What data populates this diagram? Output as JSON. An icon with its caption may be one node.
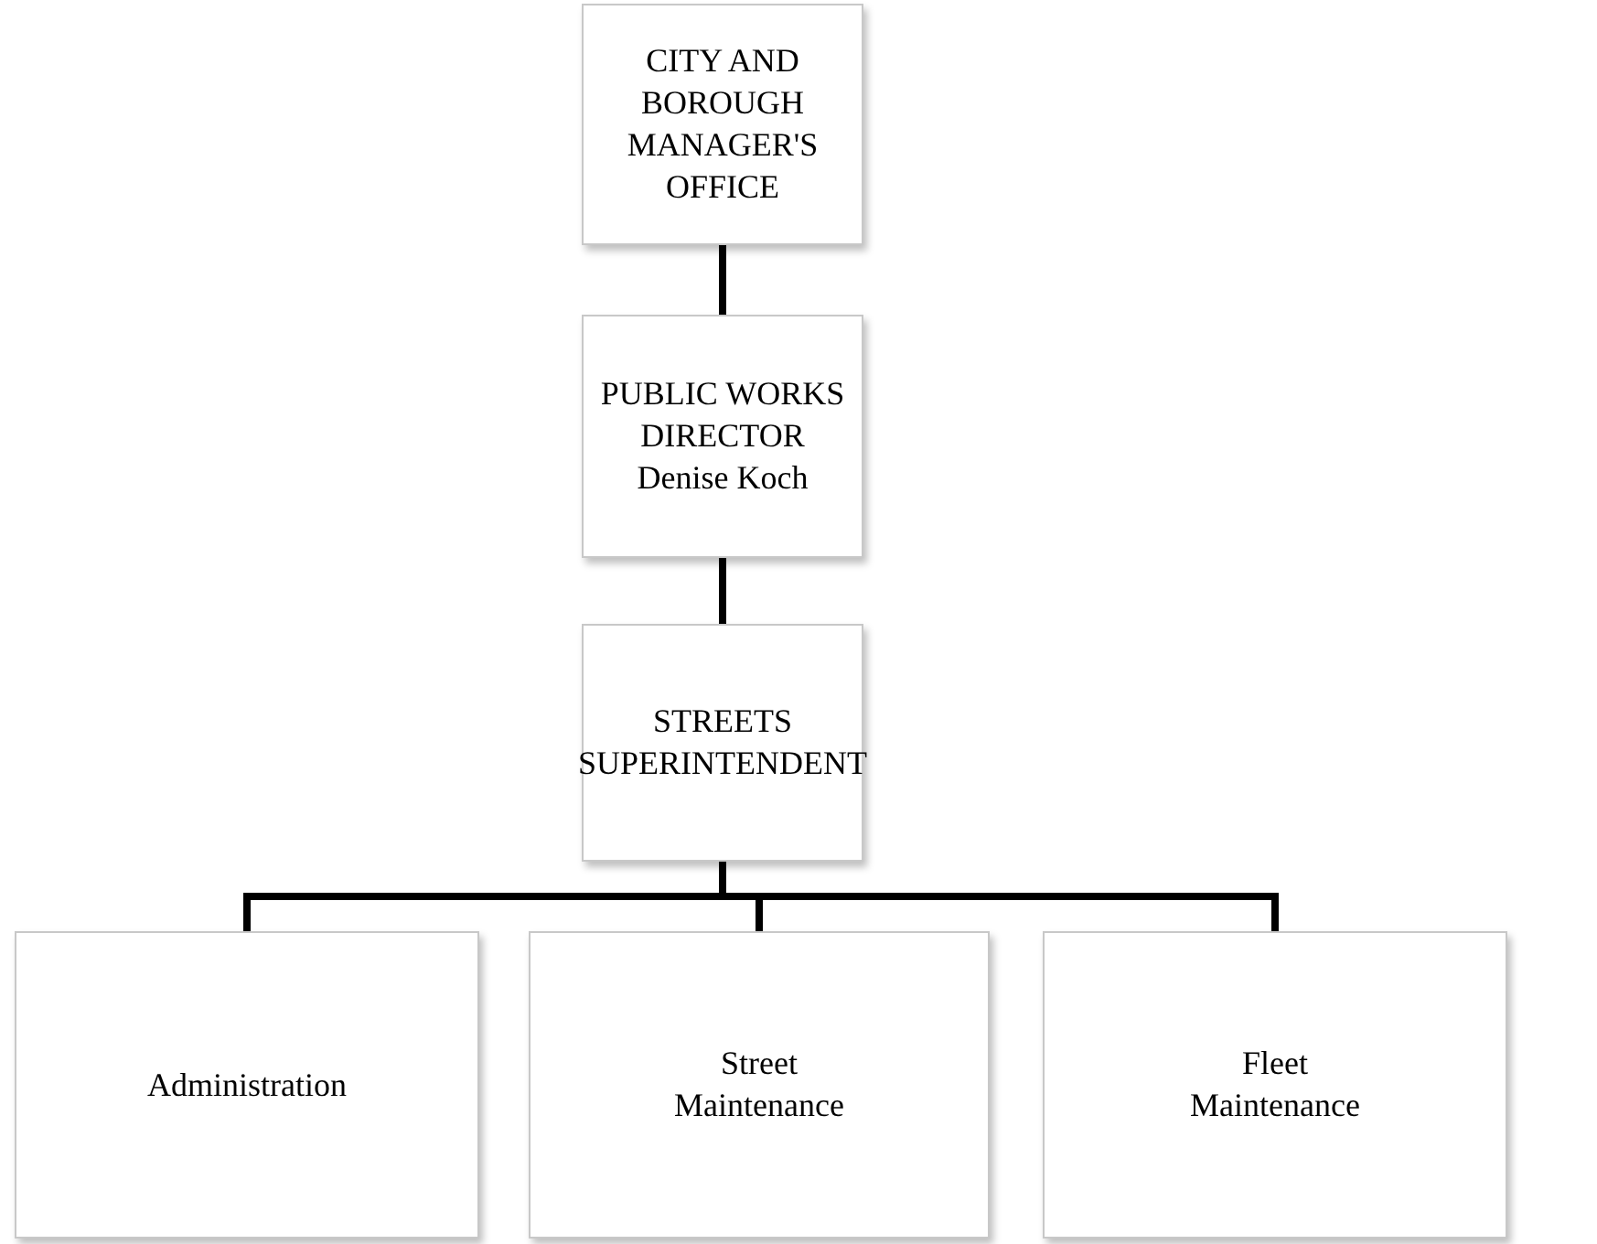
{
  "diagram": {
    "nodes": [
      {
        "text": [
          "CITY AND BOROUGH MANAGER'S OFFICE"
        ]
      },
      {
        "text": [
          "PUBLIC WORKS DIRECTOR",
          "Denise Koch"
        ]
      },
      {
        "text": [
          "STREETS SUPERINTENDENT"
        ]
      },
      {
        "text": [
          "Administration"
        ]
      },
      {
        "text": [
          "Street Maintenance"
        ]
      },
      {
        "text": [
          "Fleet Maintenance"
        ]
      }
    ],
    "edges": [
      {
        "from": 0,
        "to": 1,
        "arrow": "none"
      },
      {
        "from": 1,
        "to": 2,
        "arrow": "none"
      },
      {
        "from": 2,
        "to": 3,
        "arrow": "none"
      },
      {
        "from": 2,
        "to": 4,
        "arrow": "none"
      },
      {
        "from": 2,
        "to": 5,
        "arrow": "none"
      }
    ]
  }
}
